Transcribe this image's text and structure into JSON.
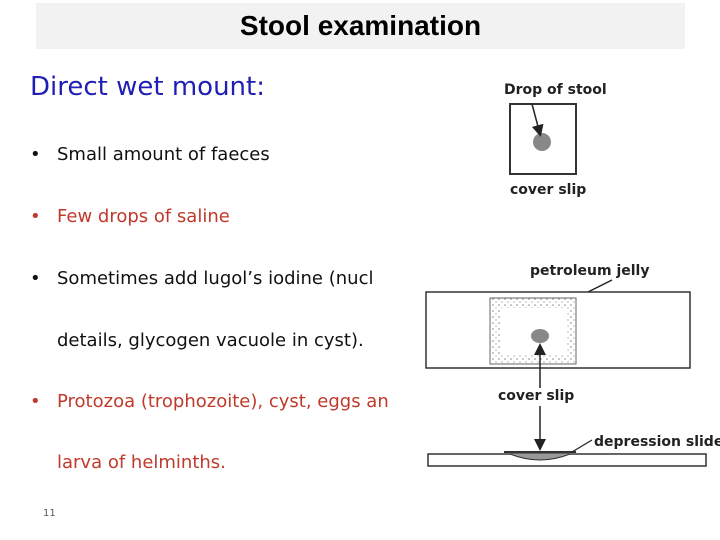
{
  "slide": {
    "title": "Stool examination",
    "subtitle": "Direct wet mount:",
    "bullets": [
      {
        "marker": "•",
        "text": "Small amount of faeces"
      },
      {
        "marker": "•",
        "text": "Few drops of saline"
      },
      {
        "marker": "•",
        "text": "Sometimes add lugol’s iodine (nucl",
        "continuation": "details, glycogen vacuole in cyst)."
      },
      {
        "marker": "•",
        "text": "Protozoa (trophozoite), cyst, eggs an",
        "continuation": "larva of helminths."
      }
    ],
    "page_number": "11"
  },
  "diagram": {
    "labels": {
      "drop_of_stool": "Drop of stool",
      "cover_slip_top": "cover slip",
      "petroleum_jelly": "petroleum jelly",
      "cover_slip_mid": "cover slip",
      "depression_slide": "depression slide"
    }
  },
  "colors": {
    "subtitle": "#1f1fb4",
    "bullet_black": "#111111",
    "bullet_red": "#c0392b",
    "title_bar": "#f2f2f2"
  }
}
